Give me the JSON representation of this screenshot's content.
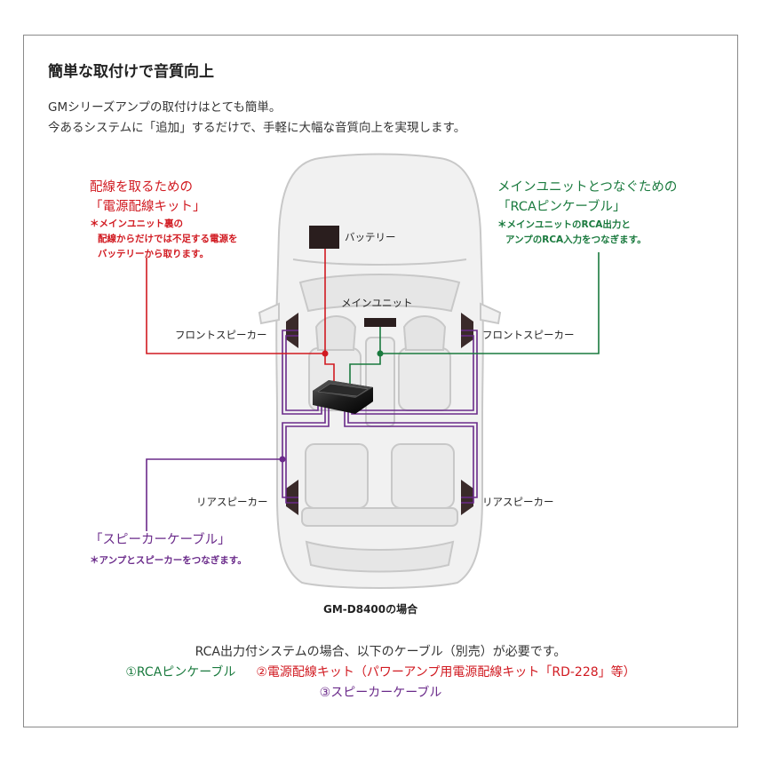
{
  "heading": "簡単な取付けで音質向上",
  "intro": {
    "line1": "GMシリーズアンプの取付けはとても簡単。",
    "line2": "今あるシステムに「追加」するだけで、手軽に大幅な音質向上を実現します。"
  },
  "diagram": {
    "power_kit": {
      "title_line1": "配線を取るための",
      "title_line2": "「電源配線キット」",
      "note_line1": "＊メインユニット裏の",
      "note_line2": "配線からだけでは不足する電源を",
      "note_line3": "バッテリーから取ります。",
      "color": "#d11a21"
    },
    "rca_cable": {
      "title_line1": "メインユニットとつなぐための",
      "title_line2": "「RCAピンケーブル」",
      "note_line1": "＊メインユニットのRCA出力と",
      "note_line2": "アンプのRCA入力をつなぎます。",
      "color": "#1a7a3e"
    },
    "speaker_cable": {
      "title": "「スピーカーケーブル」",
      "note": "＊アンプとスピーカーをつなぎます。",
      "color": "#6a2a8a"
    },
    "labels": {
      "battery": "バッテリー",
      "main_unit": "メインユニット",
      "front_speaker_left": "フロントスピーカー",
      "front_speaker_right": "フロントスピーカー",
      "rear_speaker_left": "リアスピーカー",
      "rear_speaker_right": "リアスピーカー"
    },
    "model_caption": "GM-D8400の場合"
  },
  "footer": {
    "line1": "RCA出力付システムの場合、以下のケーブル（別売）が必要です。",
    "item1": "①RCAピンケーブル",
    "item2": "②電源配線キット（パワーアンプ用電源配線キット「RD-228」等）",
    "item3": "③スピーカーケーブル"
  }
}
